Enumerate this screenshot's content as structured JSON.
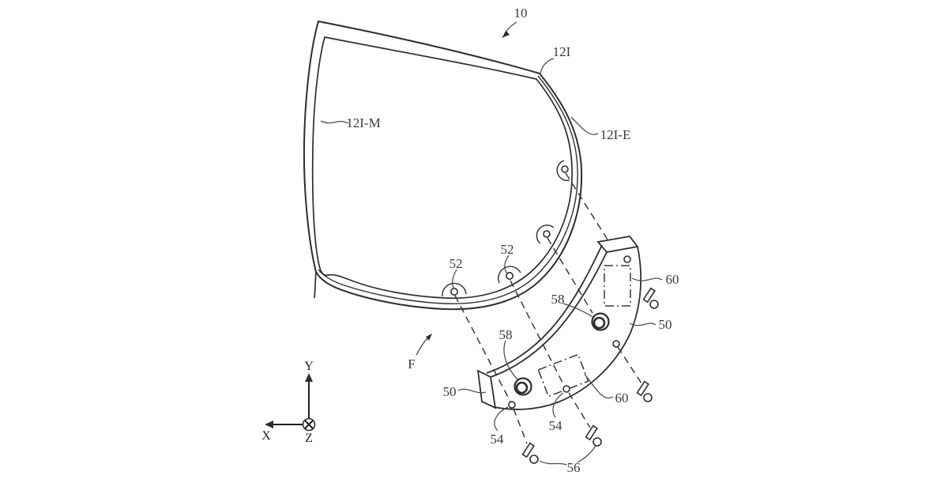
{
  "figure": {
    "background_color": "#ffffff",
    "line_color": "#2e2e2e",
    "text_color": "#3a3a3a",
    "kind": "patent-line-drawing"
  },
  "labels": {
    "device": "10",
    "cover_inactive_region": "12I",
    "cover_inactive_main": "12I-M",
    "cover_inactive_edge": "12I-E",
    "tab_left": "52",
    "tab_right": "52",
    "post_upper": "58",
    "post_lower": "58",
    "bracket_right": "50",
    "bracket_left": "50",
    "region_upper": "60",
    "region_lower": "60",
    "hole_left": "54",
    "hole_right": "54",
    "fasteners": "56",
    "front_direction": "F",
    "axis_x": "X",
    "axis_y": "Y",
    "axis_z": "Z"
  }
}
